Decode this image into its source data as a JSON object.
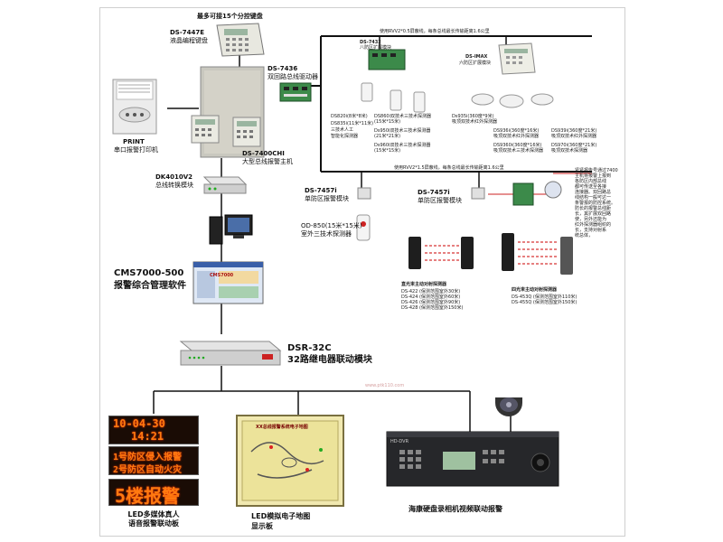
{
  "top": {
    "keypad_caption": "最多可接15个分控键盘",
    "keypad_model": "DS-7447E",
    "keypad_desc": "液晶编程键盘",
    "host_model": "DS-7436",
    "host_desc": "双回路总线驱动器",
    "bus_note_top": "使用RVV2*0.5屏蔽线，每条总线最长传输距离1.6公里",
    "bus_note_bottom": "使用RVV2*1.5屏蔽线，每条总线最长传输距离1.6公里",
    "printer_label": "PRINT",
    "printer_desc": "串口报警打印机",
    "main_panel_model": "DS-7400CHI",
    "main_panel_desc": "大型总线报警主机",
    "converter_model": "DK4010V2",
    "converter_desc": "总线转换模块"
  },
  "modules": {
    "ds7432_model": "DS-7432",
    "ds7432_desc": "八防区扩展模块",
    "imax_model": "DS-IMAX",
    "imax_desc": "六防区扩展模块",
    "ds7457_left_model": "DS-7457i",
    "ds7457_left_desc": "单防区报警模块",
    "ds7457_right_model": "DS-7457i",
    "ds7457_right_desc": "单防区报警模块",
    "od850_desc": "OD-850(15米*15米)",
    "od850_desc2": "室外三技术探测器"
  },
  "detectors": {
    "d1": "DS820i(8米*8米)",
    "d2": "DS835i(11米*11米)",
    "d2b": "三技术人工",
    "d2c": "智能化探测器",
    "d3": "DS860i双技术三技术探测器",
    "d3b": "(15米*15米)",
    "d4": "Ds950i双技术三技术探测器",
    "d4b": "(21米*21米)",
    "d5": "Ds960i双技术三技术探测器",
    "d5b": "(15米*15米)",
    "c1": "Ds935i(360度*9米)",
    "c1b": "吸顶双技术红外探测器",
    "c2": "DS936i(360度*16米)",
    "c2b": "吸顶双技术红外探测器",
    "c3": "DS939i(360度*21米)",
    "c3b": "吸顶双技术红外探测器",
    "c4": "DS9360i(360度*16米)",
    "c4b": "吸顶双技术三技术探测器",
    "c5": "DS970i(360度*21米)",
    "c5b": "吸顶双技术探测器"
  },
  "beams": {
    "note_lines": [
      "紧紧报告号通过7400",
      "主机将报警上报到",
      "各防区内部总线",
      "都可传送至各接",
      "连接器。双回路总",
      "线结构一般可达一",
      "条警报的防控系统。",
      "防长的报警总线距",
      "长，其扩展双回路",
      "使，另外还能为",
      "红外探测器组织的",
      "长，支持对射系",
      "统总体，"
    ],
    "ab_title": "直光束主动对射探测器",
    "ab_lines": [
      "DS-422 (保测范围室外30米)",
      "DS-424 (保测范围室外60米)",
      "DS-426 (保测范围室外90米)",
      "DS-428 (保测范围室外150米)"
    ],
    "fb_title": "四光束主动对射探测器",
    "fb_lines": [
      "DS-453Q (保测范围室外110米)",
      "DS-455Q (保测范围室外150米)"
    ]
  },
  "mid": {
    "software_model": "CMS7000-500",
    "software_desc": "报警综合管理软件",
    "software_screen": "CMS7000",
    "relay_model": "DSR-32C",
    "relay_desc": "32路继电器联动模块",
    "watermark": "www.ptk110.com"
  },
  "bottom": {
    "led_time1": "10-04-30",
    "led_time2": "14:21",
    "led_line1": "1号防区侵入报警",
    "led_line2": "2号防区自动火灾",
    "led_big": "5楼报警",
    "led_label1": "LED多媒体真人",
    "led_label2": "语音报警联动板",
    "map_title": "XX总线报警系统电子地图",
    "map_label1": "LED模拟电子地图",
    "map_label2": "显示板",
    "dvr_badge": "HD-DVR",
    "dvr_label": "海康硬盘录相机视频联动报警"
  }
}
